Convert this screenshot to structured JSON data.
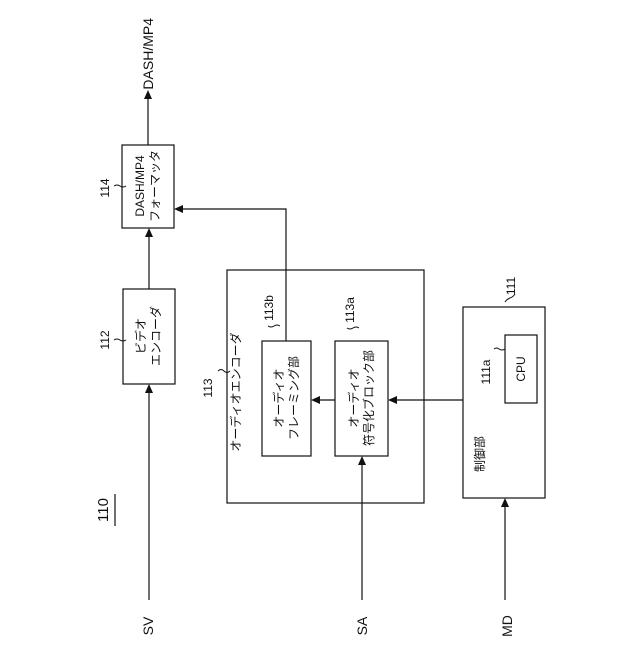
{
  "figure_number": "110",
  "inputs": {
    "sv": "SV",
    "sa": "SA",
    "md": "MD"
  },
  "output": "DASH/MP4",
  "video_encoder": {
    "ref": "112",
    "line1": "ビデオ",
    "line2": "エンコーダ"
  },
  "formatter": {
    "ref": "114",
    "line1": "DASH/MP4",
    "line2": "フォーマッタ"
  },
  "audio_encoder": {
    "ref": "113",
    "label": "オーディオエンコーダ"
  },
  "audio_framing": {
    "ref": "113b",
    "line1": "オーディオ",
    "line2": "フレーミング部"
  },
  "audio_coding": {
    "ref": "113a",
    "line1": "オーディオ",
    "line2": "符号化ブロック部"
  },
  "control": {
    "ref": "111",
    "label": "制御部"
  },
  "cpu": {
    "ref": "111a",
    "label": "CPU"
  }
}
